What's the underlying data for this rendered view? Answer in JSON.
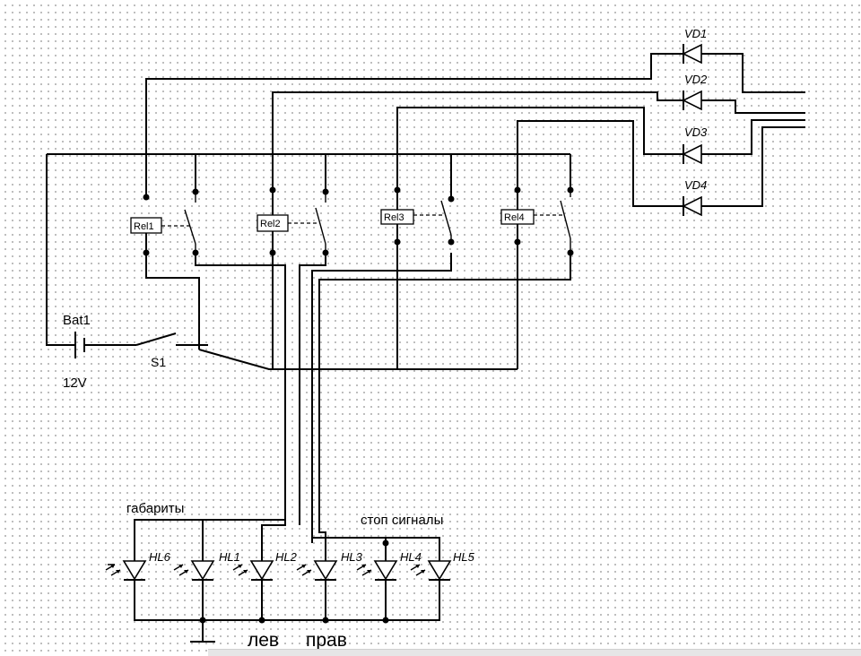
{
  "relays": [
    "Rel1",
    "Rel2",
    "Rel3",
    "Rel4"
  ],
  "diodes": [
    "VD1",
    "VD2",
    "VD3",
    "VD4"
  ],
  "leds": [
    "HL6",
    "HL1",
    "HL2",
    "HL3",
    "HL4",
    "HL5"
  ],
  "battery": {
    "name": "Bat1",
    "voltage": "12V"
  },
  "switch": {
    "name": "S1"
  },
  "labels": {
    "markers": "габариты",
    "brake": "стоп сигналы",
    "left": "лев",
    "right": "прав"
  }
}
